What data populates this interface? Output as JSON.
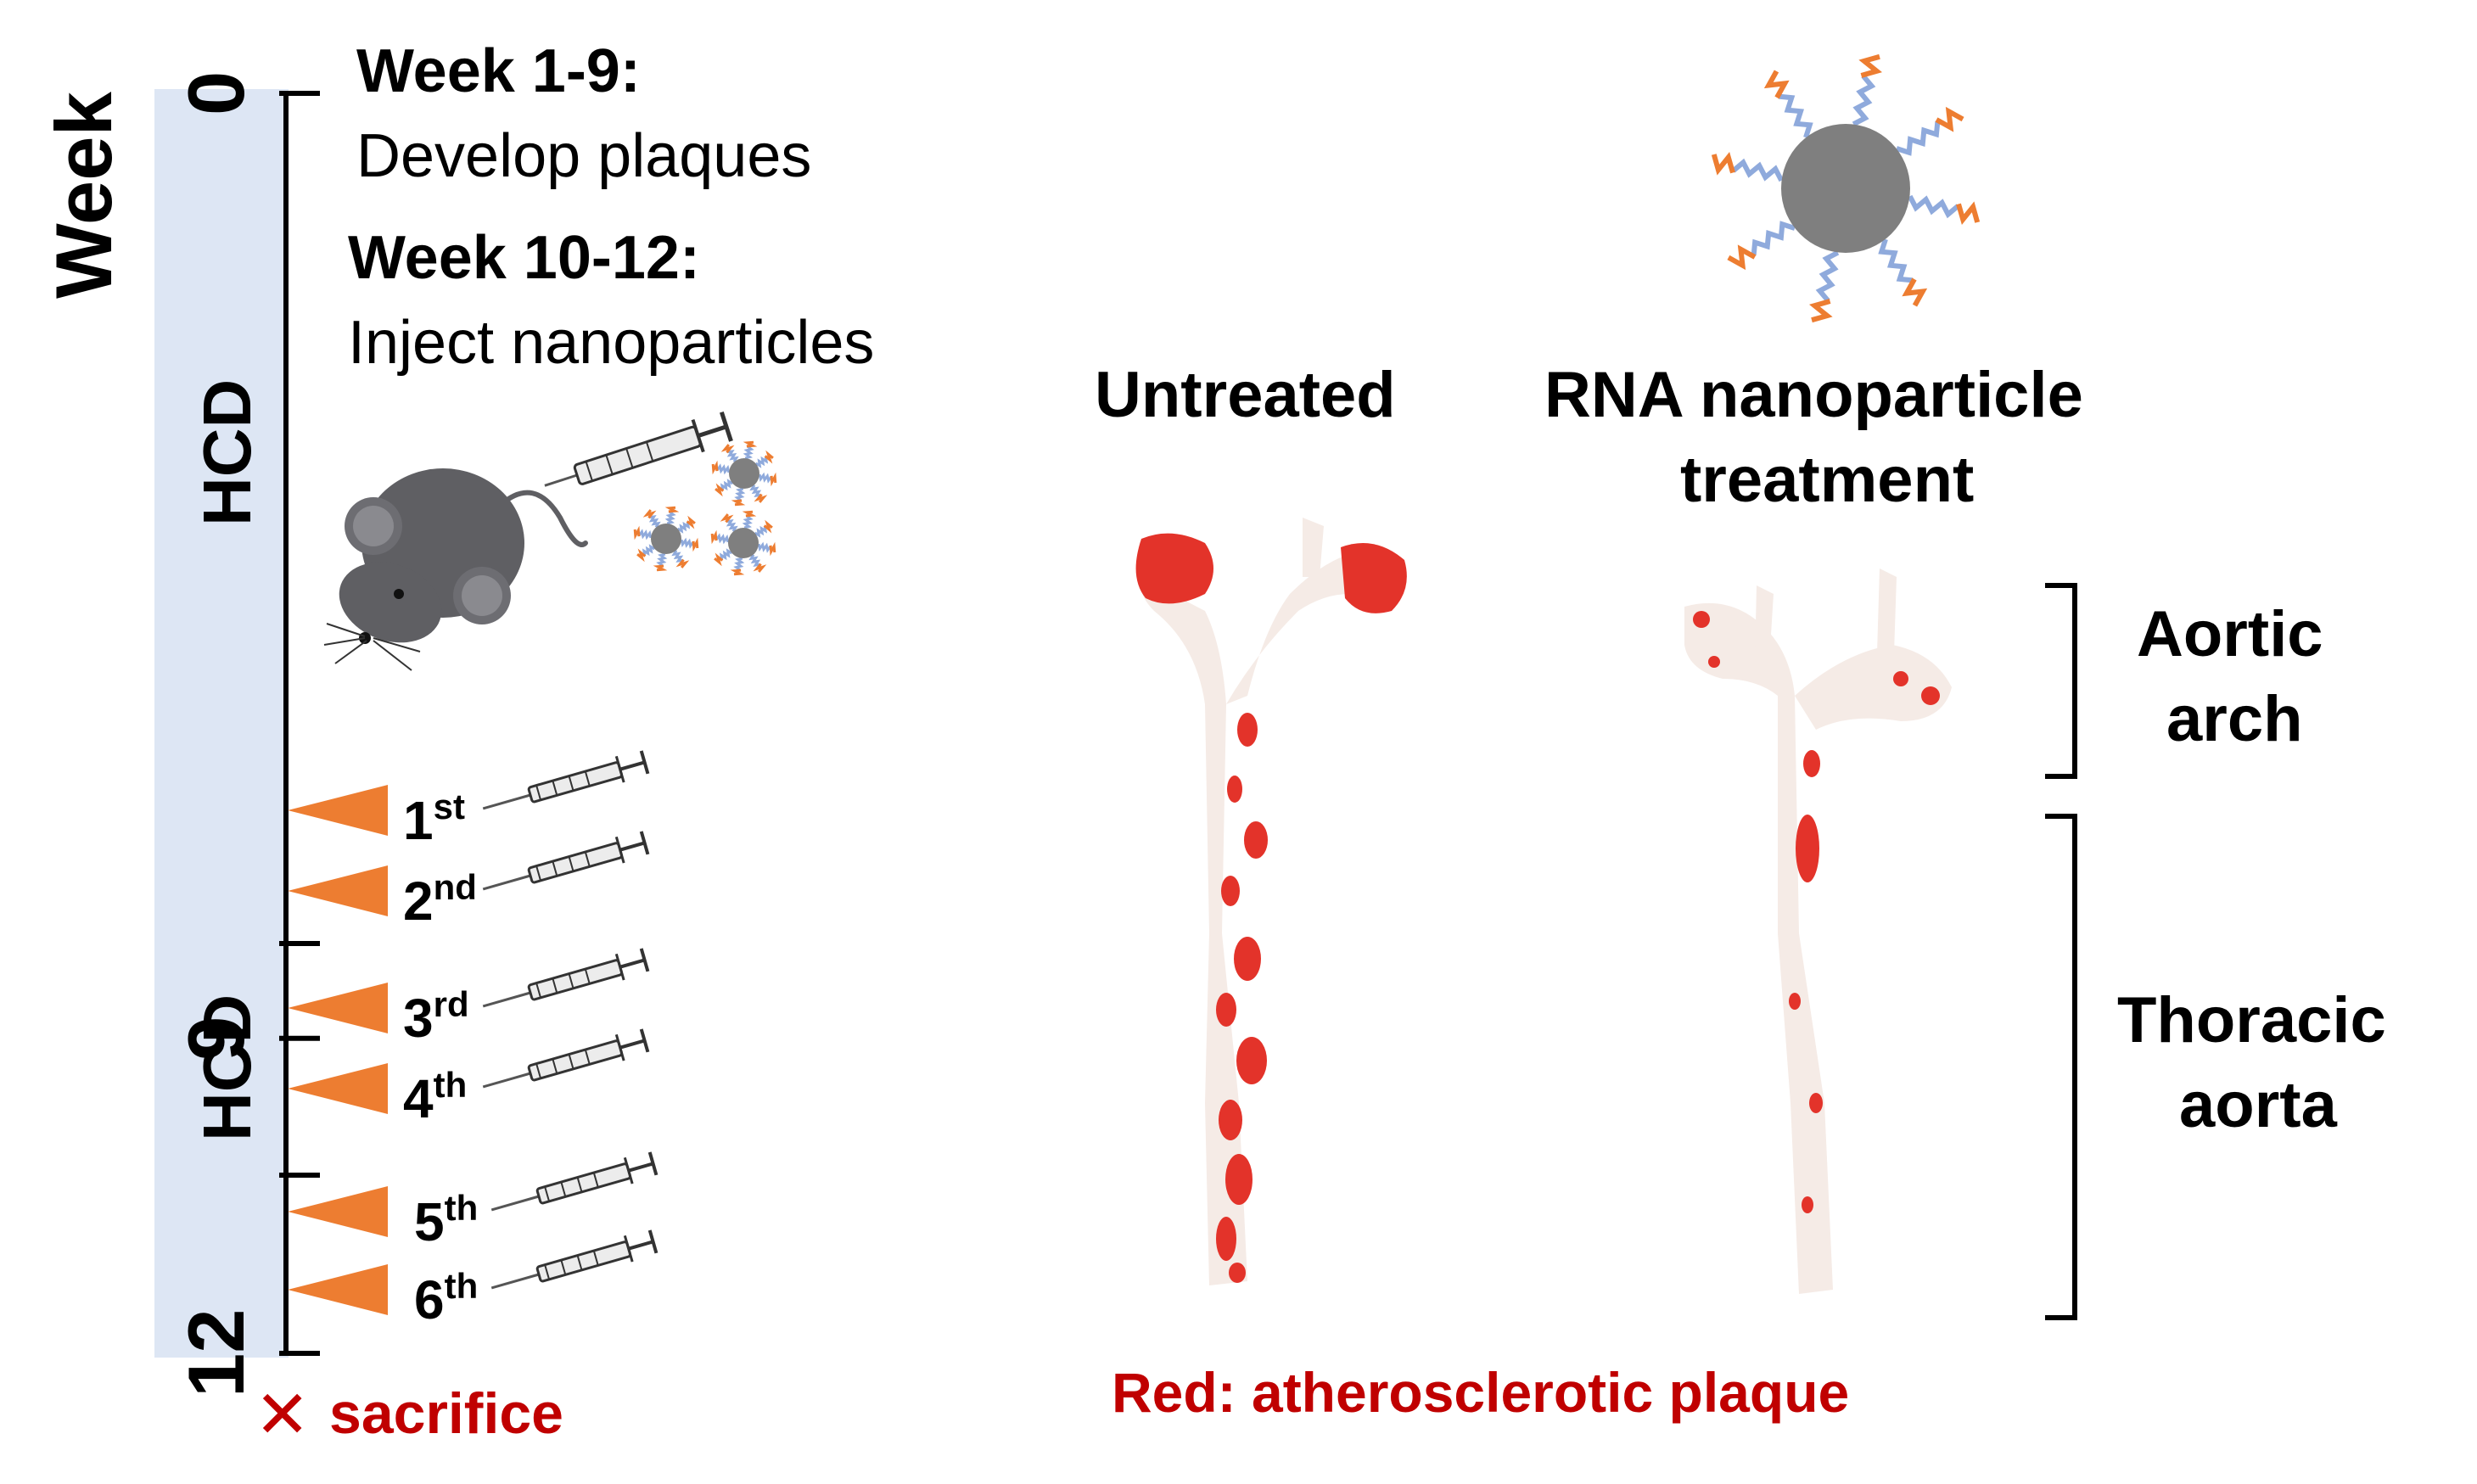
{
  "timeline": {
    "axis_label": "Week",
    "ticks": [
      {
        "label": "0",
        "week": 0
      },
      {
        "label": "9",
        "week": 9
      },
      {
        "label": "12",
        "week": 12
      }
    ],
    "diet_labels": [
      "HCD",
      "HCD"
    ],
    "max_week": 12
  },
  "phases": [
    {
      "heading": "Week 1-9:",
      "description": "Develop plaques"
    },
    {
      "heading": "Week 10-12:",
      "description": "Inject nanoparticles"
    }
  ],
  "injections": [
    {
      "num": "1",
      "suffix": "st"
    },
    {
      "num": "2",
      "suffix": "nd"
    },
    {
      "num": "3",
      "suffix": "rd"
    },
    {
      "num": "4",
      "suffix": "th"
    },
    {
      "num": "5",
      "suffix": "th"
    },
    {
      "num": "6",
      "suffix": "th"
    }
  ],
  "endpoint": {
    "marker": "✕",
    "label": "sacrifice"
  },
  "columns": {
    "untreated": "Untreated",
    "treated_line1": "RNA nanoparticle",
    "treated_line2": "treatment"
  },
  "regions": {
    "arch_line1": "Aortic",
    "arch_line2": "arch",
    "thoracic_line1": "Thoracic",
    "thoracic_line2": "aorta"
  },
  "legend": "Red: atherosclerotic plaque",
  "colors": {
    "timeline_band": "#dde6f4",
    "injection_marker": "#ed7d31",
    "plaque": "#e3332a",
    "tissue": "#f5ebe6",
    "legend_text": "#c00000",
    "nanoparticle_core": "#7f7f7f",
    "rna_blue": "#8faadc",
    "rna_orange": "#ed7d31",
    "mouse": "#5f5f63"
  }
}
